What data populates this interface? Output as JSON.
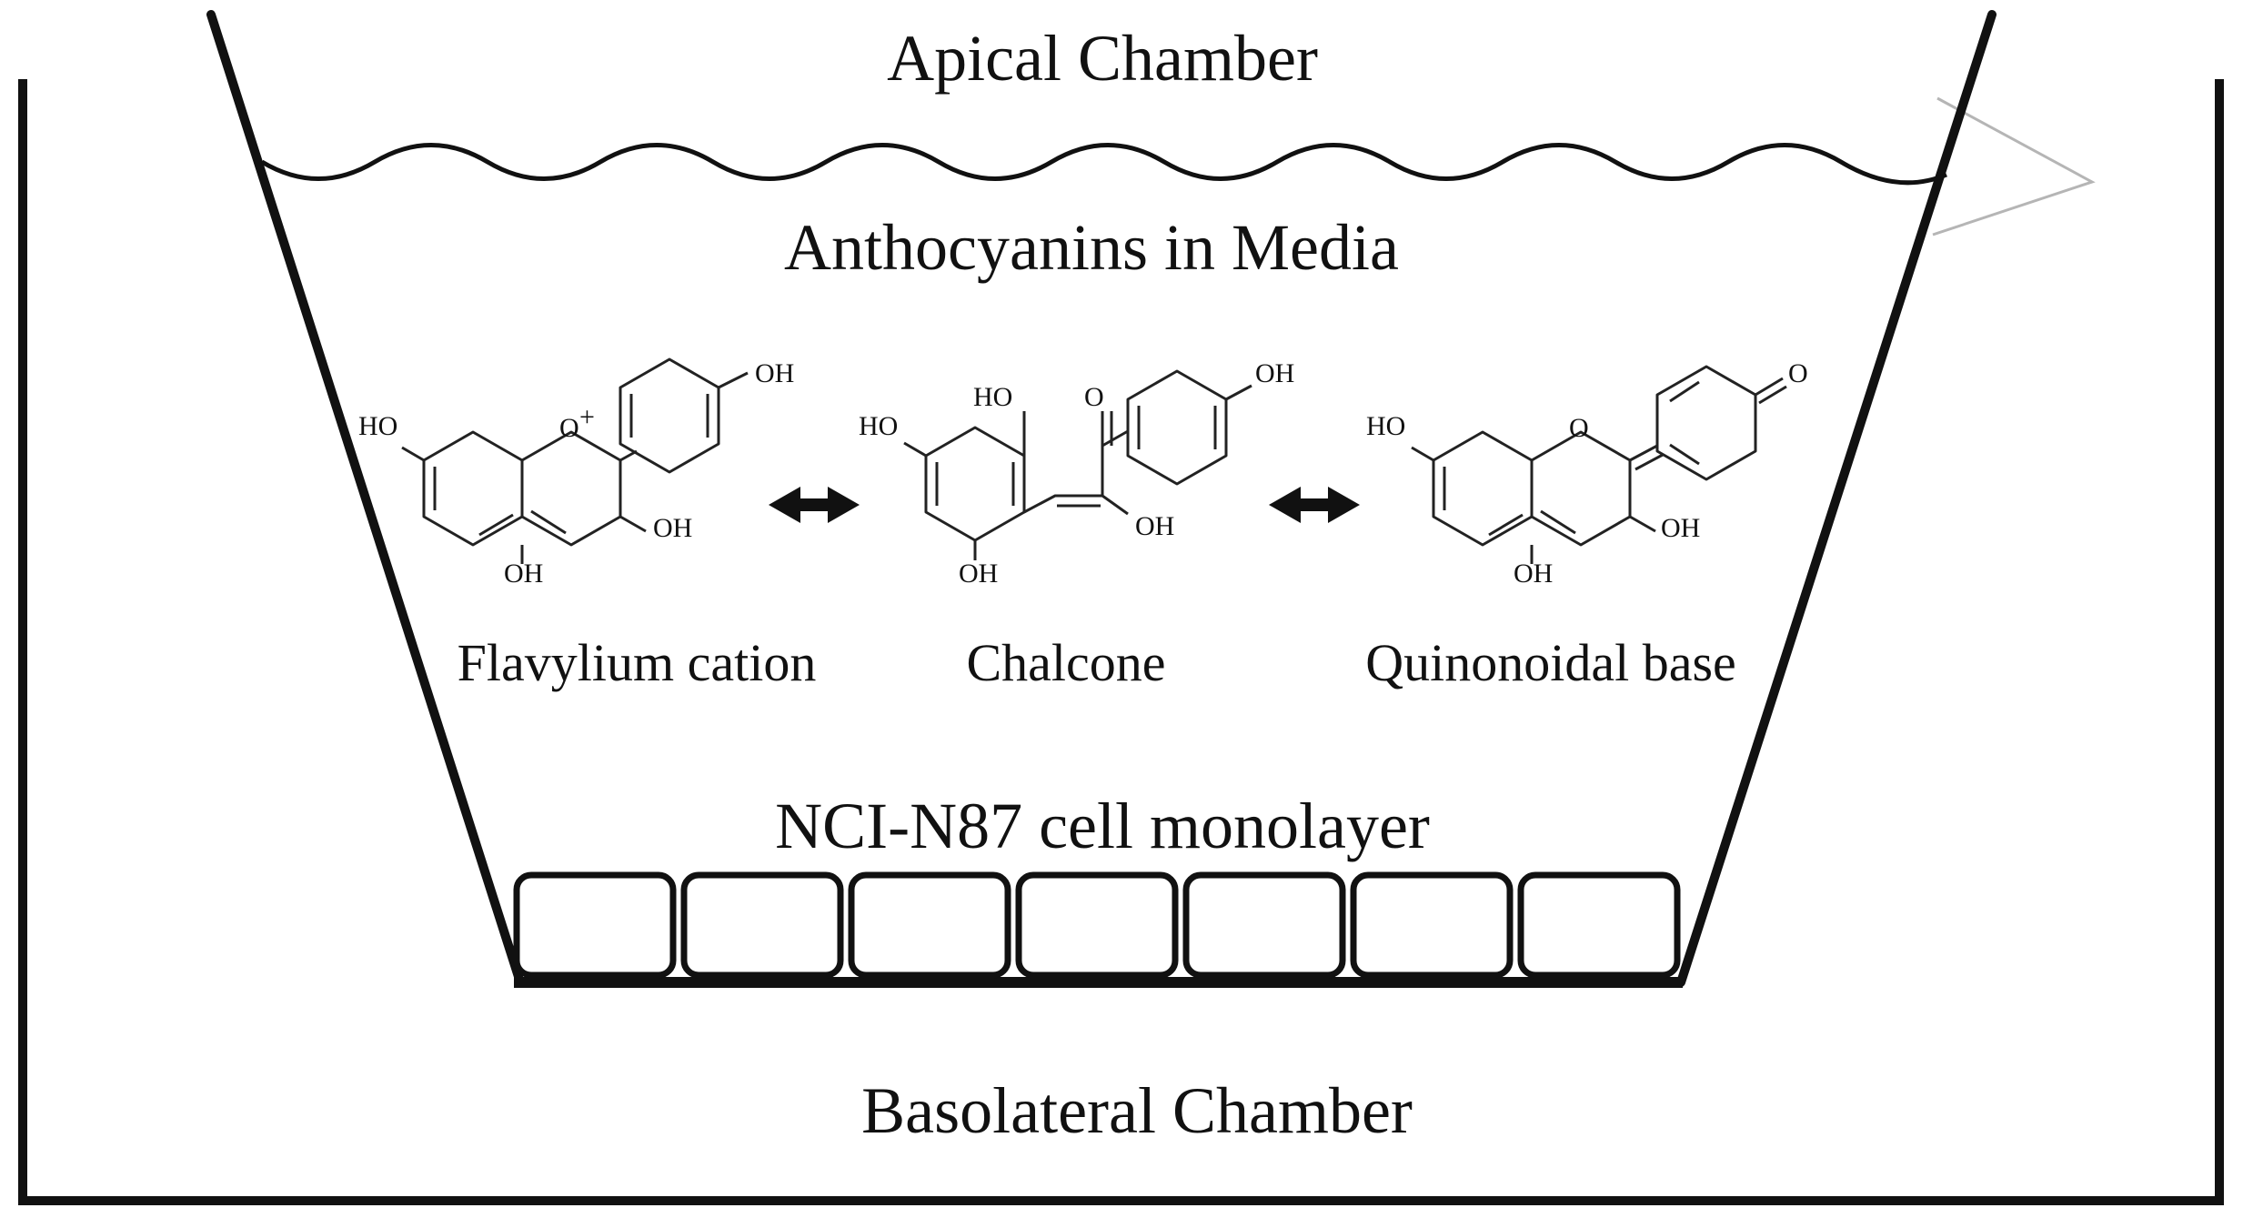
{
  "labels": {
    "apical": "Apical Chamber",
    "media": "Anthocyanins in Media",
    "monolayer": "NCI-N87 cell monolayer",
    "basolateral": "Basolateral Chamber"
  },
  "molecules": [
    {
      "name": "Flavylium cation",
      "atoms": {
        "oh_top": "OH",
        "ho_left": "HO",
        "o_ring": "O",
        "charge": "+",
        "oh_right": "OH",
        "oh_bottom": "OH"
      }
    },
    {
      "name": "Chalcone",
      "atoms": {
        "ho_top": "HO",
        "ho_left": "HO",
        "o_keto": "O",
        "oh_top": "OH",
        "oh_right": "OH",
        "oh_bottom": "OH"
      }
    },
    {
      "name": "Quinonoidal base",
      "atoms": {
        "ho_left": "HO",
        "o_ring": "O",
        "o_keto": "O",
        "oh_right": "OH",
        "oh_bottom": "OH"
      }
    }
  ],
  "colors": {
    "line": "#111111",
    "background": "#ffffff",
    "side_port": "#b5b5b5"
  },
  "icons": {
    "equilibrium": "double-headed-arrow-icon"
  }
}
